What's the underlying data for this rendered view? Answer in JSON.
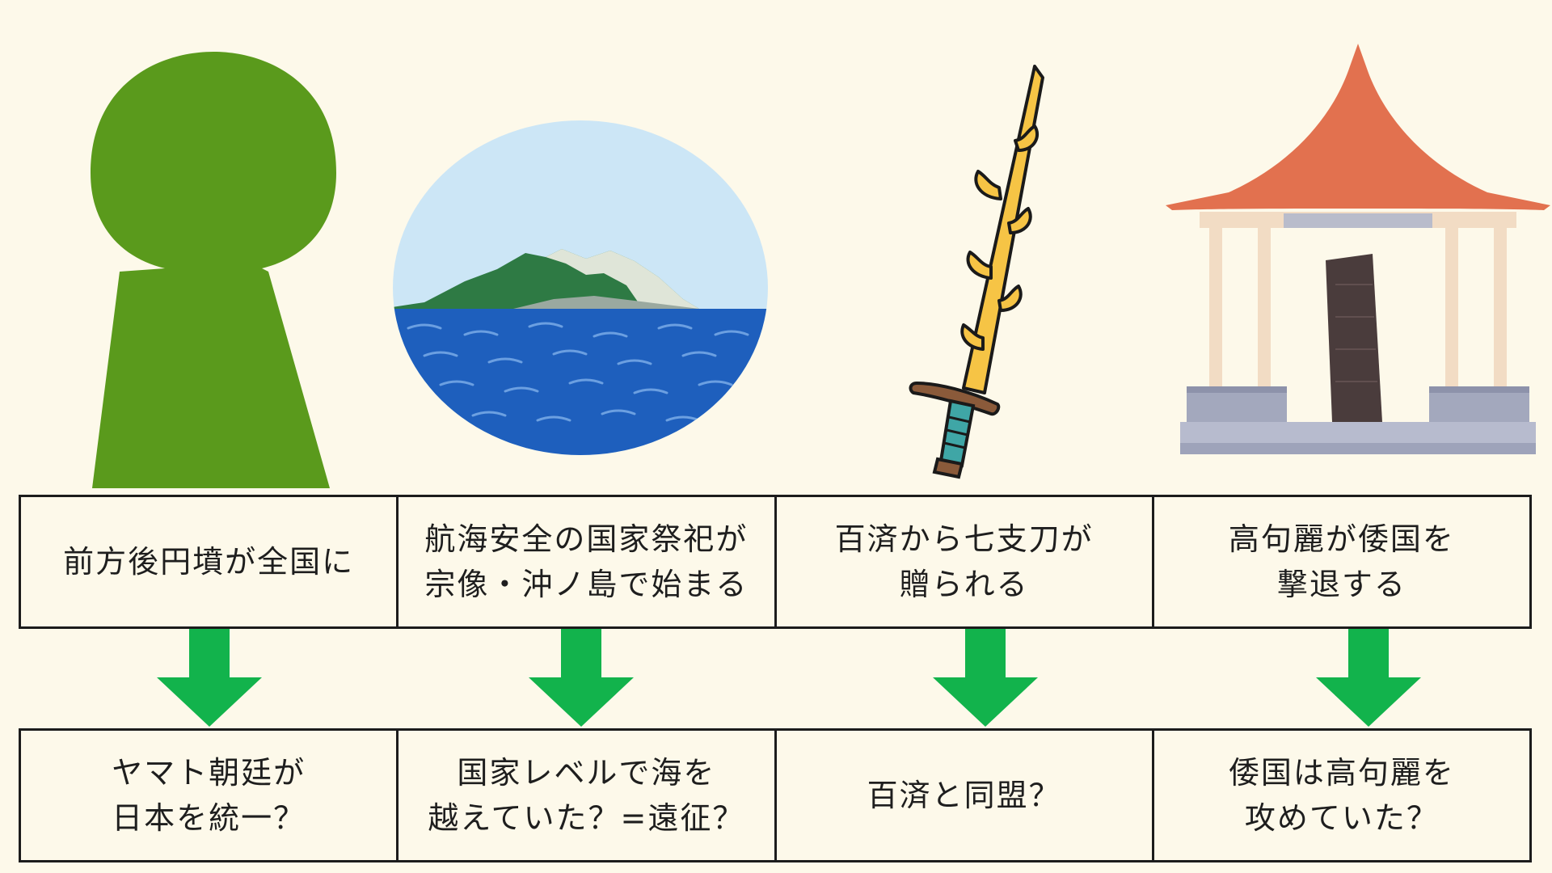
{
  "illustrations": [
    {
      "icon": "keyhole-tomb-icon",
      "color": "#5a9a1c"
    },
    {
      "icon": "island-in-sea-icon",
      "sky": "#cce6f6",
      "sea": "#1e5fbd",
      "land": "#2e7a44"
    },
    {
      "icon": "seven-branched-sword-icon",
      "blade": "#f6c445",
      "hilt": "#8a5a3a",
      "grip": "#3fa6a6"
    },
    {
      "icon": "stele-pavilion-icon",
      "roof": "#e2714f",
      "stone": "#4a3c3c"
    }
  ],
  "events": [
    {
      "lines": [
        "前方後円墳が全国に"
      ]
    },
    {
      "lines": [
        "航海安全の国家祭祀が",
        "宗像・沖ノ島で始まる"
      ]
    },
    {
      "lines": [
        "百済から七支刀が",
        "贈られる"
      ]
    },
    {
      "lines": [
        "高句麗が倭国を",
        "撃退する"
      ]
    }
  ],
  "conclusions": [
    {
      "lines": [
        "ヤマト朝廷が",
        "日本を統一？"
      ]
    },
    {
      "lines": [
        "国家レベルで海を",
        "越えていた？=遠征？"
      ]
    },
    {
      "lines": [
        "百済と同盟？"
      ]
    },
    {
      "lines": [
        "倭国は高句麗を",
        "攻めていた？"
      ]
    }
  ],
  "arrow_color": "#12b34c",
  "border_color": "#1c1c1c"
}
